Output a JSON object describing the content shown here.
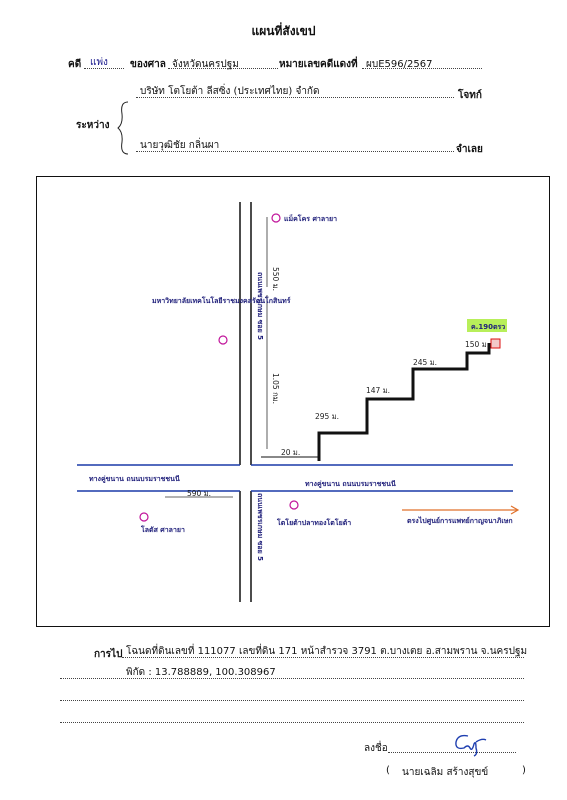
{
  "header": {
    "title": "แผนที่สังเขป",
    "case_label": "คดี",
    "case_type": "แพ่ง",
    "court_label": "ของศาล",
    "court_name": "จังหวัดนครปฐม",
    "red_case_label": "หมายเลขคดีแดงที่",
    "red_case_number": "ผบE596/2567"
  },
  "parties": {
    "between_label": "ระหว่าง",
    "plaintiff_name": "บริษัท โตโยต้า ลีสซิ่ง (ประเทศไทย) จำกัด",
    "plaintiff_role": "โจทก์",
    "defendant_name": "นายวุฒิชัย กลิ่นผา",
    "defendant_role": "จำเลย"
  },
  "map": {
    "road_vertical_top": "ถนนเพชรเกษม ซอย 5",
    "road_vertical_bottom": "ถนนเพชรเกษม ซอย 5",
    "road_horizontal_left": "ทางคู่ขนาน ถนนบรมราชชนนี",
    "road_horizontal_right": "ทางคู่ขนาน ถนนบรมราชชนนี",
    "poi_makro": "แม็คโคร ศาลายา",
    "poi_university": "มหาวิทยาลัยเทคโนโลยีราชมงคลรัตนโกสินทร์",
    "poi_central": "โลตัส ศาลายา",
    "poi_toyota": "โตโยต้าปลาทองโตโยต้า",
    "direction_text": "ตรงไปศูนย์การแพทย์กาญจนาภิเษก",
    "target_label": "ค.190ตรว",
    "dist_top": "550 ม.",
    "dist_mid": "1.05 กม.",
    "dist_bottom_left": "590 ม.",
    "dist_turn": "20 ม.",
    "dist_step1": "295 ม.",
    "dist_step2": "147 ม.",
    "dist_step3": "245 ม.",
    "dist_step4": "150 ม."
  },
  "footer": {
    "route_label": "การไป",
    "route_text": "โฉนดที่ดินเลขที่ 111077 เลขที่ดิน 171 หน้าสำรวจ 3791 ต.บางเตย อ.สามพราน จ.นครปฐม",
    "coords_text": "พิกัด : 13.788889, 100.308967",
    "sign_label": "ลงชื่อ",
    "signer_open": "(",
    "signer_name": "นายเฉลิม สร้างสุขข์",
    "signer_close": ")"
  }
}
